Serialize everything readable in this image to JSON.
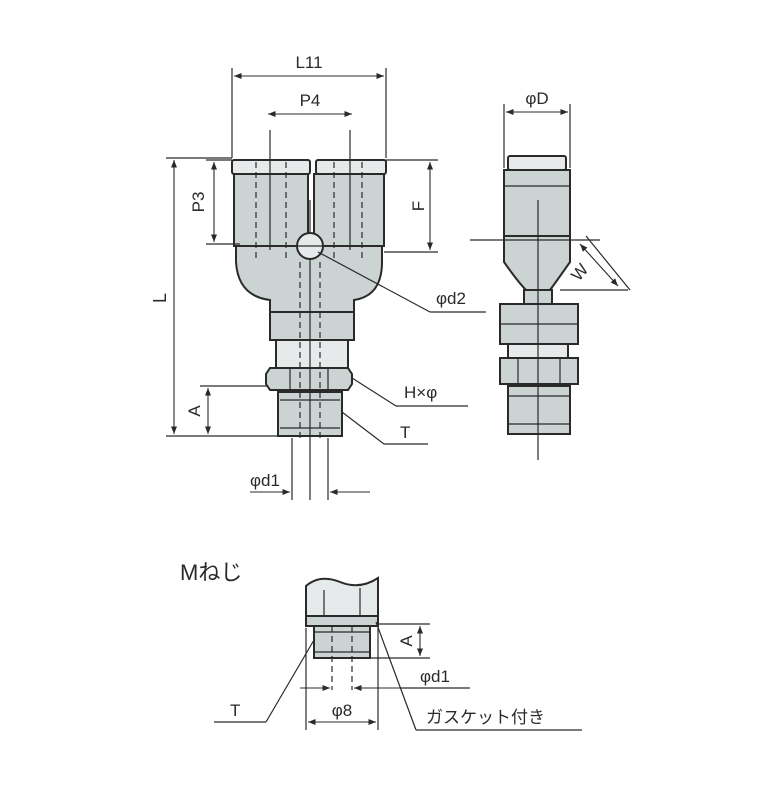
{
  "labels": {
    "l11": "L11",
    "p4": "P4",
    "p3": "P3",
    "f": "F",
    "l": "L",
    "a": "A",
    "d2": "φd2",
    "hex": "H×φ",
    "t": "T",
    "d1": "φd1",
    "od": "φD",
    "w": "W"
  },
  "detail": {
    "title": "Mねじ",
    "a": "A",
    "d1": "φd1",
    "t": "T",
    "d8": "φ8",
    "gasket": "ガスケット付き"
  },
  "colors": {
    "line": "#2a2a2a",
    "body_fill": "#cbd3d3",
    "body_light": "#e6eaea",
    "background": "#ffffff"
  }
}
